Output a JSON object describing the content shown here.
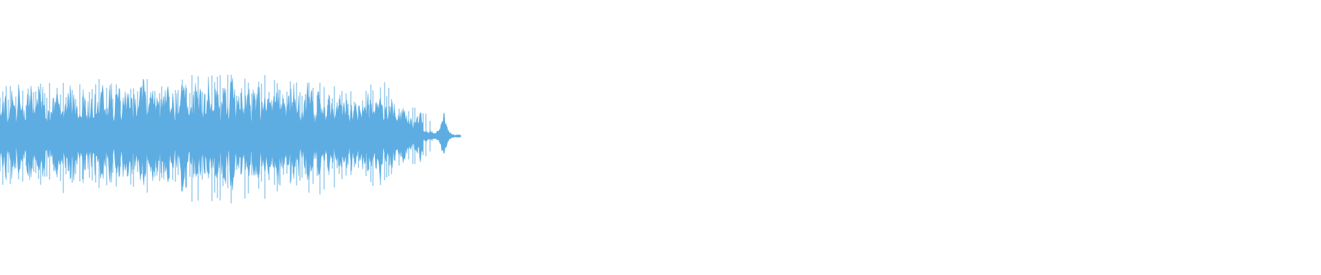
{
  "waveform": {
    "color": "#5dade2",
    "background": "#ffffff",
    "shape": "audio-waveform",
    "active_fraction": 0.345,
    "envelope": [
      {
        "t": 0.0,
        "amp": 0.7
      },
      {
        "t": 0.08,
        "amp": 0.82
      },
      {
        "t": 0.15,
        "amp": 0.86
      },
      {
        "t": 0.19,
        "amp": 0.9
      },
      {
        "t": 0.22,
        "amp": 0.78
      },
      {
        "t": 0.25,
        "amp": 0.74
      },
      {
        "t": 0.27,
        "amp": 0.68
      },
      {
        "t": 0.29,
        "amp": 0.78
      },
      {
        "t": 0.305,
        "amp": 0.44
      },
      {
        "t": 0.315,
        "amp": 0.42
      },
      {
        "t": 0.325,
        "amp": 0.3
      },
      {
        "t": 0.335,
        "amp": 0.2
      },
      {
        "t": 0.345,
        "amp": 0.1
      },
      {
        "t": 0.36,
        "amp": 0.05
      },
      {
        "t": 0.38,
        "amp": 0.03
      },
      {
        "t": 0.4,
        "amp": 0.04
      },
      {
        "t": 0.42,
        "amp": 0.02
      }
    ]
  }
}
